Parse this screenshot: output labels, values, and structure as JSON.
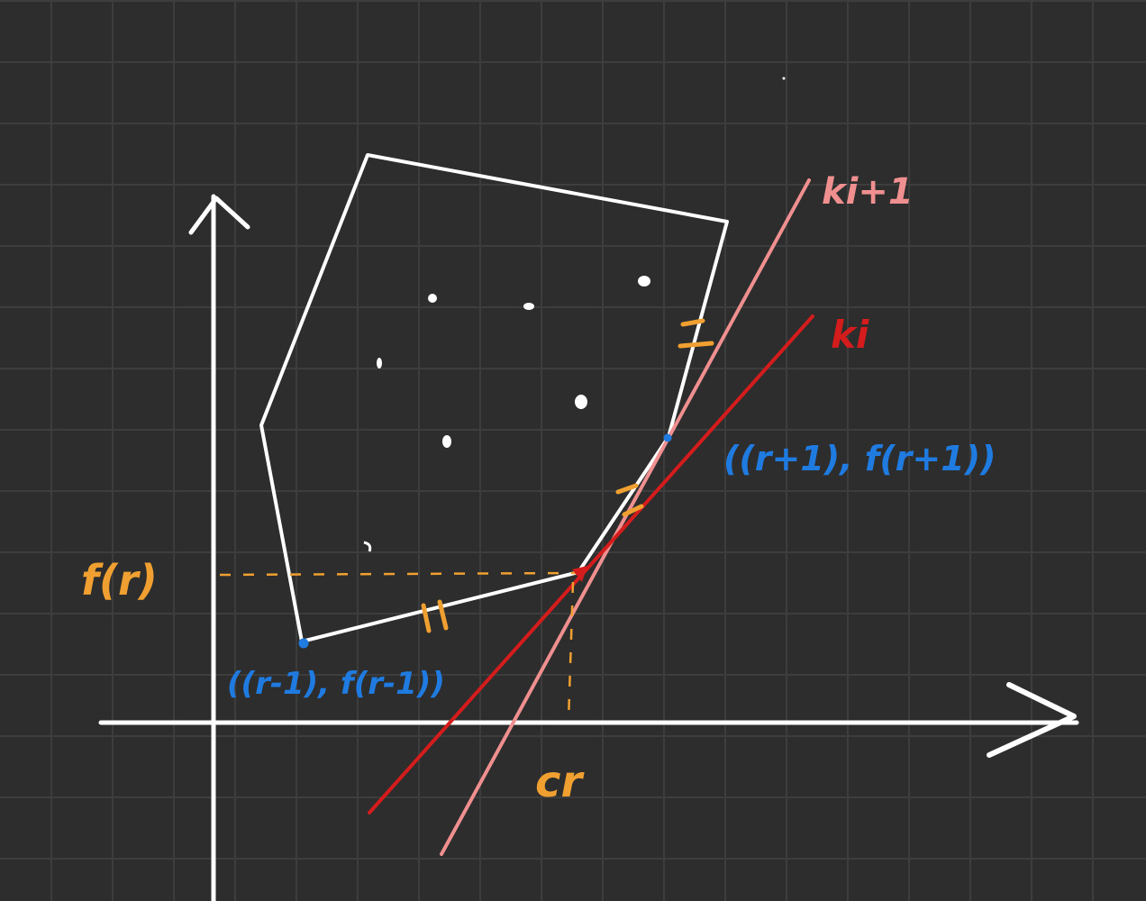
{
  "labels": {
    "line_k_i_plus_1": "ki+1",
    "line_k_i": "ki",
    "point_r_plus_1": "((r+1), f(r+1))",
    "point_r_minus_1": "((r-1), f(r-1))",
    "f_r": "f(r)",
    "c_r": "cr"
  },
  "colors": {
    "background": "#2d2d2d",
    "grid": "#3d3d3d",
    "axes": "#ffffff",
    "polygon": "#ffffff",
    "line_k_i": "#d41c1c",
    "line_k_i_plus_1": "#f08f8f",
    "points_blue": "#1f7be0",
    "annotations_orange": "#f0a030"
  },
  "icons": {
    "x_axis_arrow": "arrowhead-right-icon",
    "y_axis_arrow": "arrowhead-up-icon"
  }
}
